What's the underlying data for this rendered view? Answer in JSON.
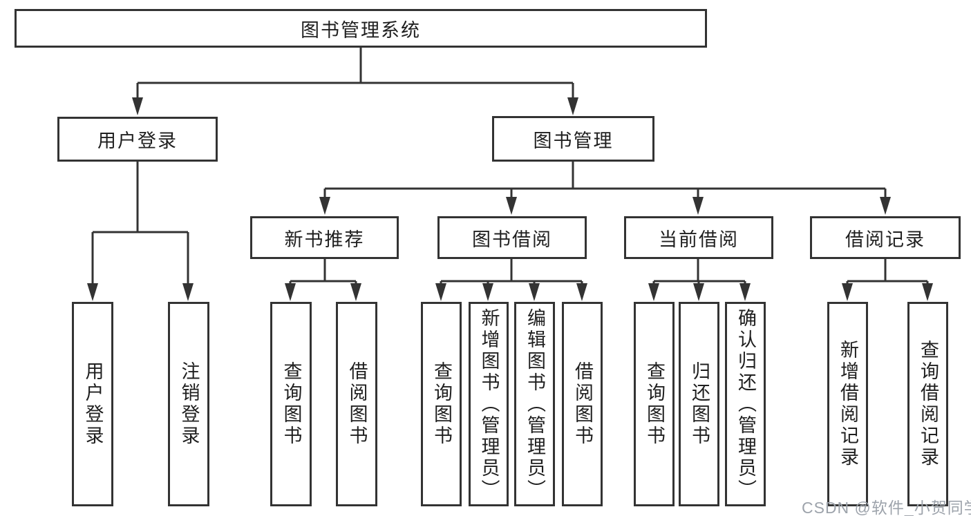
{
  "nodes": {
    "root": {
      "label": "图书管理系统"
    },
    "level2": [
      {
        "label": "用户登录"
      },
      {
        "label": "图书管理"
      }
    ],
    "level3": [
      {
        "label": "新书推荐"
      },
      {
        "label": "图书借阅"
      },
      {
        "label": "当前借阅"
      },
      {
        "label": "借阅记录"
      }
    ],
    "leaves": [
      {
        "label": "用户登录"
      },
      {
        "label": "注销登录"
      },
      {
        "label": "查询图书"
      },
      {
        "label": "借阅图书"
      },
      {
        "label": "查询图书"
      },
      {
        "label": "新增图书（管理员）"
      },
      {
        "label": "编辑图书（管理员）"
      },
      {
        "label": "借阅图书"
      },
      {
        "label": "查询图书"
      },
      {
        "label": "归还图书"
      },
      {
        "label": "确认归还（管理员）"
      },
      {
        "label": "新增借阅记录"
      },
      {
        "label": "查询借阅记录"
      }
    ]
  },
  "watermark": {
    "text": "CSDN @软件_小贺同学"
  },
  "colors": {
    "line": "#333333",
    "text": "#1f1f1f",
    "watermark": "#9da3ab",
    "background": "#ffffff"
  }
}
